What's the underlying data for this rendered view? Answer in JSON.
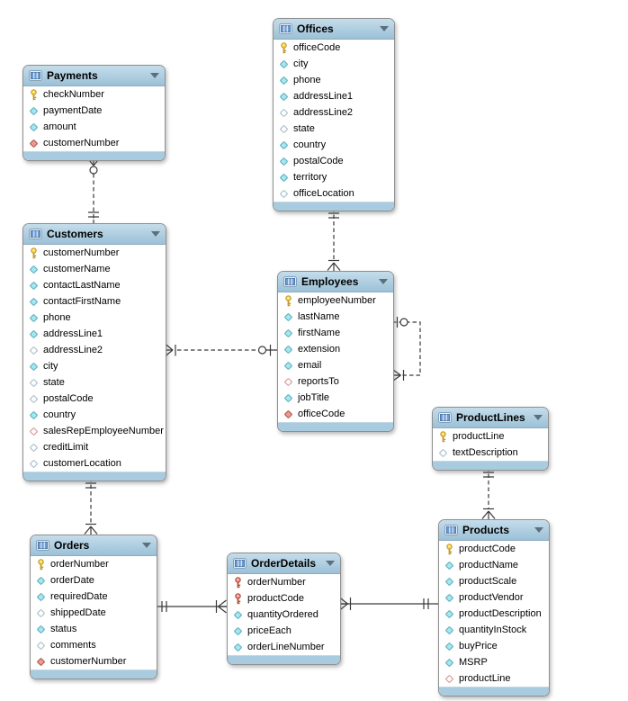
{
  "diagram": {
    "colors": {
      "header_blue_top": "#c5ddeb",
      "header_blue_bottom": "#9bc1d7",
      "footer_blue": "#a9cbdf",
      "pk_key_yellow": "#ffd84d",
      "fk_key_red": "#f09183",
      "column_diamond_cyan": "#a6e8f1",
      "fk_diamond_red": "#ec9c92",
      "connector_line": "#3a3a3a"
    },
    "icons": {
      "table-icon": "blue grid window",
      "collapse-arrow-icon": "▼",
      "primary-key-icon": "yellow key",
      "primary-foreign-key-icon": "red key",
      "column-notnull-icon": "filled cyan diamond",
      "column-nullable-icon": "hollow diamond",
      "foreign-key-notnull-icon": "filled red diamond",
      "foreign-key-nullable-icon": "hollow red diamond"
    },
    "tables": [
      {
        "id": "offices",
        "name": "Offices",
        "fields": [
          {
            "name": "officeCode",
            "icon": "pk"
          },
          {
            "name": "city",
            "icon": "req"
          },
          {
            "name": "phone",
            "icon": "req"
          },
          {
            "name": "addressLine1",
            "icon": "req"
          },
          {
            "name": "addressLine2",
            "icon": "opt"
          },
          {
            "name": "state",
            "icon": "opt"
          },
          {
            "name": "country",
            "icon": "req"
          },
          {
            "name": "postalCode",
            "icon": "req"
          },
          {
            "name": "territory",
            "icon": "req"
          },
          {
            "name": "officeLocation",
            "icon": "opt"
          }
        ]
      },
      {
        "id": "payments",
        "name": "Payments",
        "fields": [
          {
            "name": "checkNumber",
            "icon": "pk"
          },
          {
            "name": "paymentDate",
            "icon": "req"
          },
          {
            "name": "amount",
            "icon": "req"
          },
          {
            "name": "customerNumber",
            "icon": "fkreq"
          }
        ]
      },
      {
        "id": "customers",
        "name": "Customers",
        "fields": [
          {
            "name": "customerNumber",
            "icon": "pk"
          },
          {
            "name": "customerName",
            "icon": "req"
          },
          {
            "name": "contactLastName",
            "icon": "req"
          },
          {
            "name": "contactFirstName",
            "icon": "req"
          },
          {
            "name": "phone",
            "icon": "req"
          },
          {
            "name": "addressLine1",
            "icon": "req"
          },
          {
            "name": "addressLine2",
            "icon": "opt"
          },
          {
            "name": "city",
            "icon": "req"
          },
          {
            "name": "state",
            "icon": "opt"
          },
          {
            "name": "postalCode",
            "icon": "opt"
          },
          {
            "name": "country",
            "icon": "req"
          },
          {
            "name": "salesRepEmployeeNumber",
            "icon": "fkopt"
          },
          {
            "name": "creditLimit",
            "icon": "opt"
          },
          {
            "name": "customerLocation",
            "icon": "opt"
          }
        ]
      },
      {
        "id": "employees",
        "name": "Employees",
        "fields": [
          {
            "name": "employeeNumber",
            "icon": "pk"
          },
          {
            "name": "lastName",
            "icon": "req"
          },
          {
            "name": "firstName",
            "icon": "req"
          },
          {
            "name": "extension",
            "icon": "req"
          },
          {
            "name": "email",
            "icon": "req"
          },
          {
            "name": "reportsTo",
            "icon": "fkopt"
          },
          {
            "name": "jobTitle",
            "icon": "req"
          },
          {
            "name": "officeCode",
            "icon": "fkreq"
          }
        ]
      },
      {
        "id": "productlines",
        "name": "ProductLines",
        "fields": [
          {
            "name": "productLine",
            "icon": "pk"
          },
          {
            "name": "textDescription",
            "icon": "opt"
          }
        ]
      },
      {
        "id": "orders",
        "name": "Orders",
        "fields": [
          {
            "name": "orderNumber",
            "icon": "pk"
          },
          {
            "name": "orderDate",
            "icon": "req"
          },
          {
            "name": "requiredDate",
            "icon": "req"
          },
          {
            "name": "shippedDate",
            "icon": "opt"
          },
          {
            "name": "status",
            "icon": "req"
          },
          {
            "name": "comments",
            "icon": "opt"
          },
          {
            "name": "customerNumber",
            "icon": "fkreq"
          }
        ]
      },
      {
        "id": "orderdetails",
        "name": "OrderDetails",
        "fields": [
          {
            "name": "orderNumber",
            "icon": "pkfk"
          },
          {
            "name": "productCode",
            "icon": "pkfk"
          },
          {
            "name": "quantityOrdered",
            "icon": "req"
          },
          {
            "name": "priceEach",
            "icon": "req"
          },
          {
            "name": "orderLineNumber",
            "icon": "req"
          }
        ]
      },
      {
        "id": "products",
        "name": "Products",
        "fields": [
          {
            "name": "productCode",
            "icon": "pk"
          },
          {
            "name": "productName",
            "icon": "req"
          },
          {
            "name": "productScale",
            "icon": "req"
          },
          {
            "name": "productVendor",
            "icon": "req"
          },
          {
            "name": "productDescription",
            "icon": "req"
          },
          {
            "name": "quantityInStock",
            "icon": "req"
          },
          {
            "name": "buyPrice",
            "icon": "req"
          },
          {
            "name": "MSRP",
            "icon": "req"
          },
          {
            "name": "productLine",
            "icon": "fkopt"
          }
        ]
      }
    ],
    "relationships": [
      {
        "from": "Payments",
        "to": "Customers",
        "line": "dashed",
        "from_marker": "crow-foot-circle (zero or many)",
        "to_marker": "double-bar (exactly one)"
      },
      {
        "from": "Customers",
        "to": "Employees",
        "line": "dashed",
        "from_marker": "crow-foot-bar (many)",
        "to_marker": "circle-bar (zero or one)"
      },
      {
        "from": "Employees",
        "to": "Offices",
        "line": "dashed",
        "from_marker": "crow-foot-bar (many)",
        "to_marker": "double-bar (exactly one)"
      },
      {
        "from": "Employees",
        "to": "Employees",
        "line": "dashed",
        "from_marker": "crow-foot-bar (many)",
        "to_marker": "bar-circle (zero or one)"
      },
      {
        "from": "Products",
        "to": "ProductLines",
        "line": "dashed",
        "from_marker": "crow-foot-bar (many)",
        "to_marker": "double-bar (exactly one)"
      },
      {
        "from": "Orders",
        "to": "Customers",
        "line": "dashed",
        "from_marker": "crow-foot-bar (many)",
        "to_marker": "double-bar (exactly one)"
      },
      {
        "from": "OrderDetails",
        "to": "Orders",
        "line": "solid",
        "from_marker": "crow-foot-bar (many)",
        "to_marker": "double-bar (exactly one)"
      },
      {
        "from": "OrderDetails",
        "to": "Products",
        "line": "solid",
        "from_marker": "crow-foot-bar (many)",
        "to_marker": "double-bar (exactly one)"
      }
    ]
  }
}
